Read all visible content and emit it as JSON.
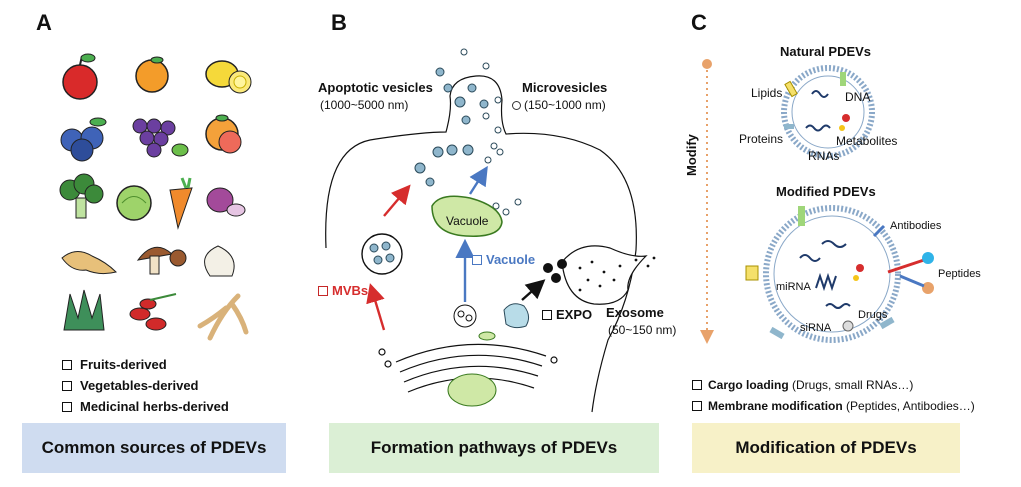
{
  "panels": {
    "a": {
      "letter": "A",
      "legend": [
        "Fruits-derived",
        "Vegetables-derived",
        "Medicinal herbs-derived"
      ],
      "banner": "Common sources of PDEVs",
      "banner_color": "#cfdcf0"
    },
    "b": {
      "letter": "B",
      "banner": "Formation pathways  of PDEVs",
      "banner_color": "#dbefd5",
      "apoptotic": {
        "title": "Apoptotic vesicles",
        "size": "(1000~5000 nm)"
      },
      "microvesicles": {
        "title": "Microvesicles",
        "size": "(150~1000 nm)"
      },
      "vacuole_inner": "Vacuole",
      "vacuole_path": "Vacuole",
      "mvbs": "MVBs",
      "expo": "EXPO",
      "exosome": {
        "title": "Exosome",
        "size": "(50~150 nm)"
      }
    },
    "c": {
      "letter": "C",
      "banner": "Modification of PDEVs",
      "banner_color": "#f7f1c8",
      "modify": "Modify",
      "natural": {
        "title": "Natural PDEVs",
        "labels": {
          "lipids": "Lipids",
          "dna": "DNA",
          "proteins": "Proteins",
          "rnas": "RNAs",
          "metabolites": "Metabolites"
        }
      },
      "modified": {
        "title": "Modified PDEVs",
        "labels": {
          "antibodies": "Antibodies",
          "peptides": "Peptides",
          "mirna": "miRNA",
          "drugs": "Drugs",
          "sirna": "siRNA"
        }
      },
      "footer": [
        {
          "bold": "Cargo loading",
          "rest": " (Drugs, small RNAs…)"
        },
        {
          "bold": "Membrane modification",
          "rest": " (Peptides, Antibodies…)"
        }
      ]
    }
  },
  "colors": {
    "red": "#d62d2d",
    "blue": "#4a78c2",
    "orange_dot": "#e8a26a"
  }
}
